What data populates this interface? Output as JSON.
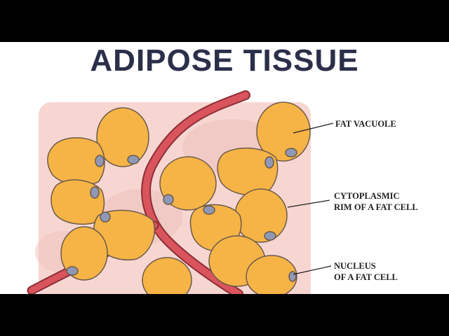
{
  "title": "ADIPOSE TISSUE",
  "labels": {
    "fat_vacuole": "FAT VACUOLE",
    "cytoplasmic_rim_line1": "CYTOPLASMIC",
    "cytoplasmic_rim_line2": "RIM OF A FAT CELL",
    "nucleus_line1": "NUCLEUS",
    "nucleus_line2": "OF A FAT CELL"
  },
  "colors": {
    "background_band": "#000000",
    "tissue": "#f7d6d2",
    "fat_cell_fill": "#f6b446",
    "fat_cell_outline": "#6b5a4a",
    "nucleus": "#8f98b6",
    "blood_vessel": "#d9545c",
    "title_text": "#2b2f4a"
  }
}
